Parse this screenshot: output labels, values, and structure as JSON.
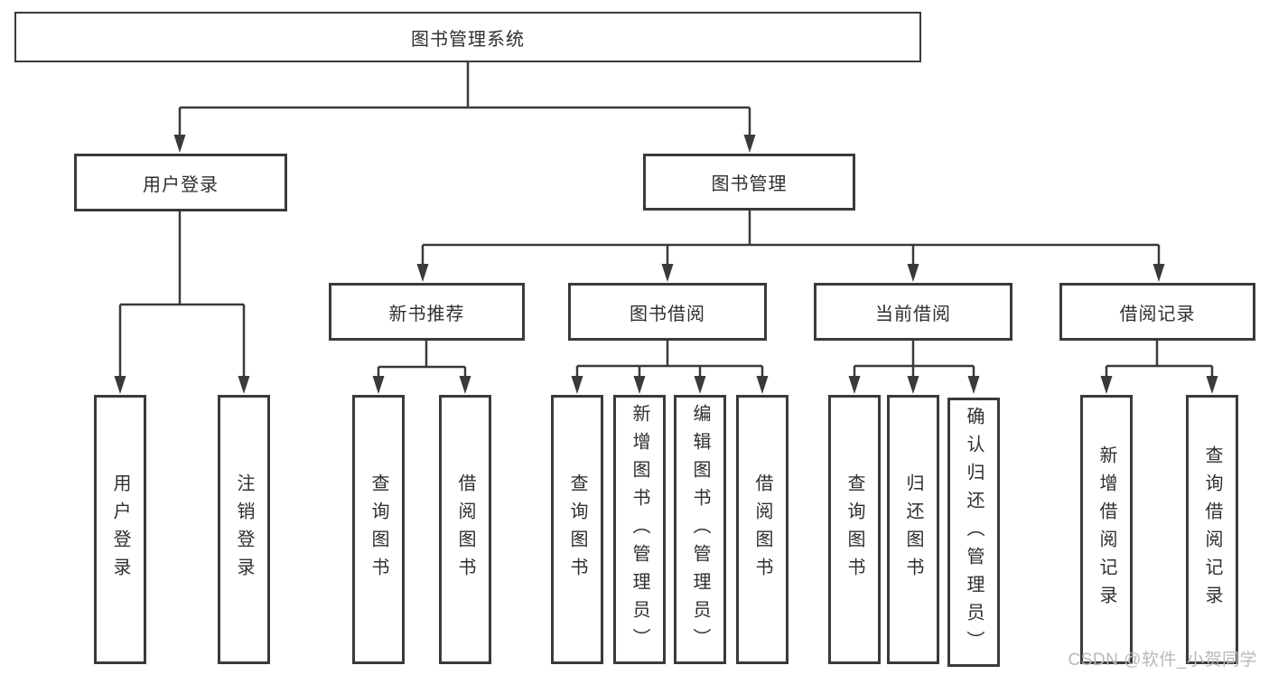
{
  "diagram": {
    "root": "图书管理系统",
    "user_login": {
      "label": "用户登录",
      "children": {
        "login": "用户登录",
        "logout": "注销登录"
      }
    },
    "book_management": {
      "label": "图书管理",
      "groups": {
        "new_book": {
          "label": "新书推荐",
          "children": {
            "query": "查询图书",
            "borrow": "借阅图书"
          }
        },
        "borrowing": {
          "label": "图书借阅",
          "children": {
            "query": "查询图书",
            "add": "新增图书（管理员）",
            "edit": "编辑图书（管理员）",
            "borrow": "借阅图书"
          }
        },
        "current": {
          "label": "当前借阅",
          "children": {
            "query": "查询图书",
            "return": "归还图书",
            "confirm": "确认归还（管理员）"
          }
        },
        "records": {
          "label": "借阅记录",
          "children": {
            "add": "新增借阅记录",
            "query": "查询借阅记录"
          }
        }
      }
    }
  },
  "watermark": "CSDN @软件_小贺同学",
  "colors": {
    "line": "#3a3a3a",
    "text": "#2f2f2f",
    "background": "#ffffff",
    "watermark": "#b9b9b9"
  }
}
